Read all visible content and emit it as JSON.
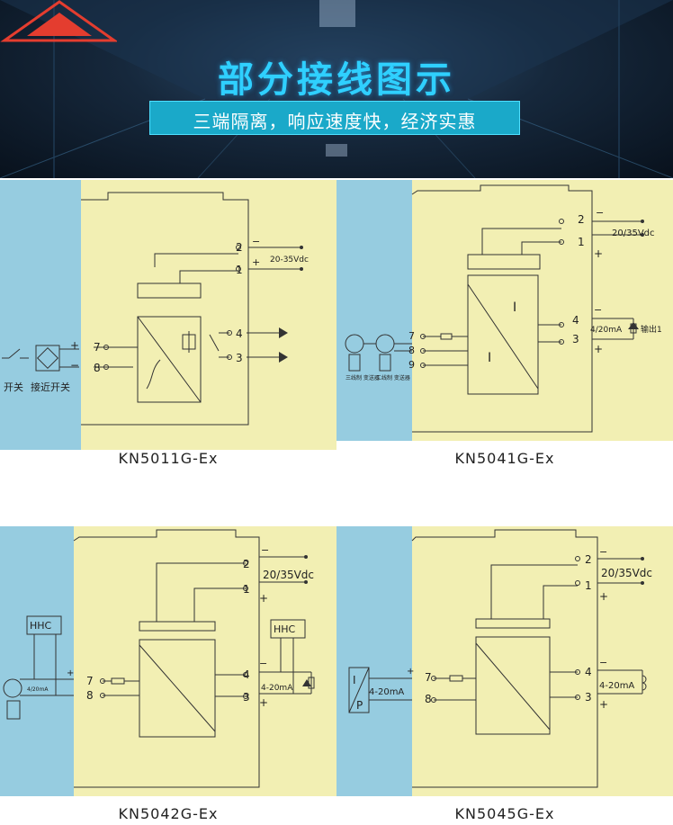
{
  "header": {
    "title": "部分接线图示",
    "subtitle": "三端隔离，响应速度快，经济实惠"
  },
  "panels": [
    {
      "model": "KN5011G-Ex",
      "terminals": {
        "t1": "1",
        "t2": "2",
        "t3": "3",
        "t4": "4",
        "t7": "7",
        "t8": "8"
      },
      "supply": "20-35Vdc",
      "minus": "−",
      "plus": "+",
      "labels": {
        "switch": "开关",
        "proximity": "接近开关"
      }
    },
    {
      "model": "KN5041G-Ex",
      "terminals": {
        "t1": "1",
        "t2": "2",
        "t3": "3",
        "t4": "4",
        "t7": "7",
        "t8": "8",
        "t9": "9"
      },
      "supply": "20/35Vdc",
      "signal": "4/20mA",
      "output": "输出1",
      "mark_i": "I",
      "sensor_labels": [
        "三线制\n变送器",
        "二线制\n变送器"
      ],
      "minus": "−",
      "plus": "+"
    },
    {
      "model": "KN5042G-Ex",
      "terminals": {
        "t1": "1",
        "t2": "2",
        "t3": "3",
        "t4": "4",
        "t7": "7",
        "t8": "8"
      },
      "supply": "20/35Vdc",
      "hhc": "HHC",
      "signal_left": "4/20mA",
      "signal_right": "4-20mA",
      "minus": "−",
      "plus": "+"
    },
    {
      "model": "KN5045G-Ex",
      "terminals": {
        "t1": "1",
        "t2": "2",
        "t3": "3",
        "t4": "4",
        "t7": "7",
        "t8": "8"
      },
      "supply": "20/35Vdc",
      "signal_left": "4-20mA",
      "signal_right": "4-20mA",
      "ip_top": "I",
      "ip_bottom": "P",
      "minus": "−",
      "plus": "+"
    }
  ],
  "colors": {
    "yellow": "#f2efb3",
    "blue": "#96cce0",
    "cyan_title": "#2fd0ff",
    "subtitle_bg": "#1aa9c9"
  }
}
